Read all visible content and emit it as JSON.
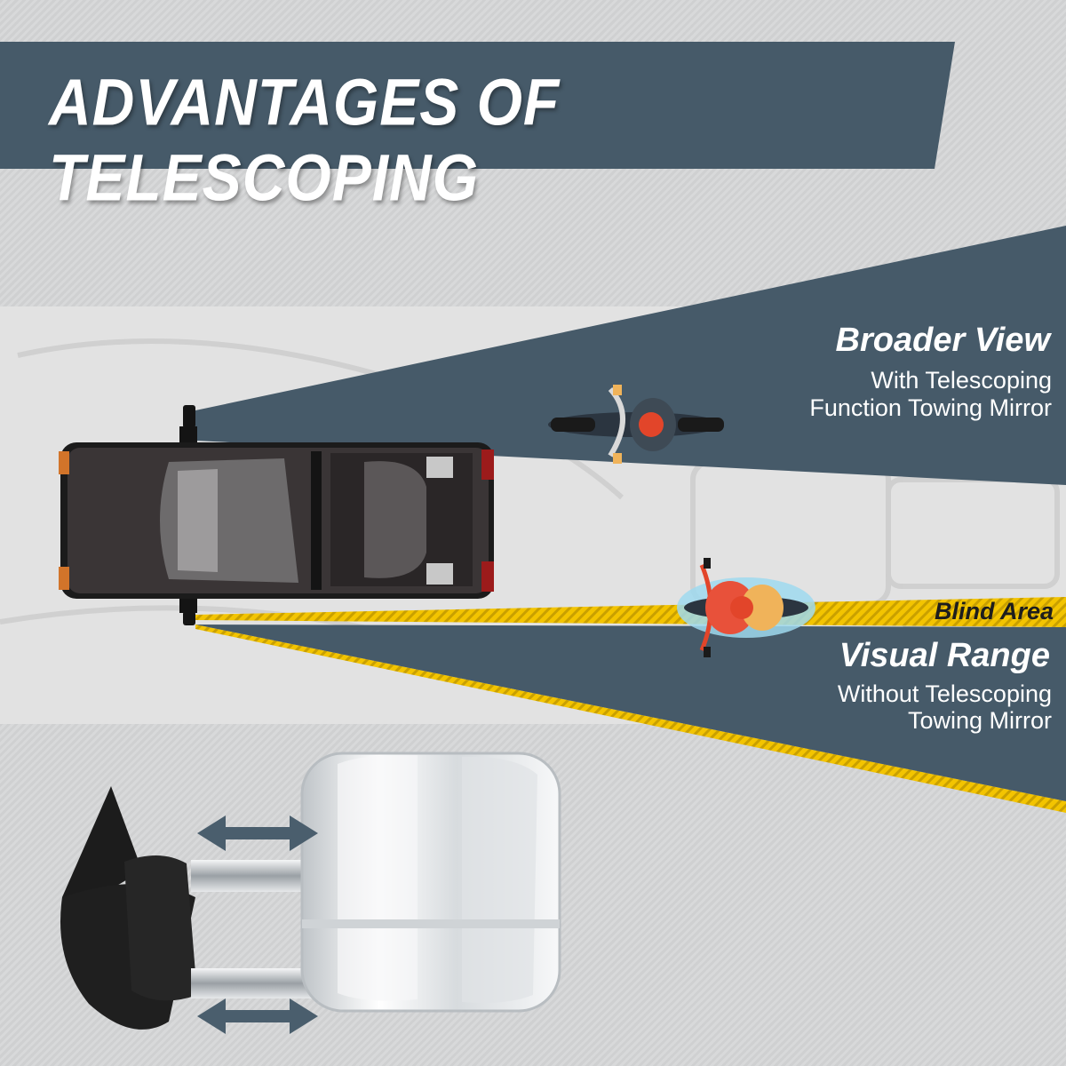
{
  "banner": {
    "title": "ADVANTAGES OF TELESCOPING",
    "color": "#465a69"
  },
  "broader": {
    "title": "Broader View",
    "line1": "With Telescoping",
    "line2": "Function Towing Mirror"
  },
  "blind": {
    "label": "Blind Area",
    "color": "#f3c400"
  },
  "visual": {
    "title": "Visual Range",
    "line1": "Without Telescoping",
    "line2": "Towing Mirror"
  },
  "colors": {
    "slate": "#465a69",
    "arrow": "#4a5e6d",
    "mirror_chrome": "#e9ecee",
    "truck_body": "#3a3536"
  },
  "icons": [
    "double-arrow-icon",
    "truck-icon",
    "motorcycle-icon",
    "towing-mirror-icon"
  ]
}
